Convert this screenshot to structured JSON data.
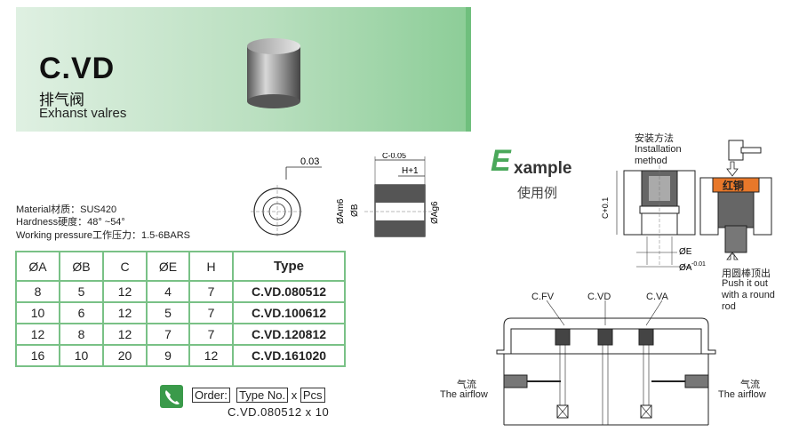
{
  "header": {
    "code": "C.VD",
    "name_cn": "排气阀",
    "name_en": "Exhanst valres"
  },
  "specs": {
    "material": "Material材质：SUS420",
    "hardness": "Hardness硬度：48° ~54°",
    "pressure": "Working pressure工作压力：1.5-6BARS"
  },
  "table": {
    "headers": [
      "ØA",
      "ØB",
      "C",
      "ØE",
      "H",
      "Type"
    ],
    "rows": [
      [
        "8",
        "5",
        "12",
        "4",
        "7",
        "C.VD.080512"
      ],
      [
        "10",
        "6",
        "12",
        "5",
        "7",
        "C.VD.100612"
      ],
      [
        "12",
        "8",
        "12",
        "7",
        "7",
        "C.VD.120812"
      ],
      [
        "16",
        "10",
        "20",
        "9",
        "12",
        "C.VD.161020"
      ]
    ]
  },
  "order": {
    "label": "Order:",
    "type_no": "Type No.",
    "x": "x",
    "pcs": "Pcs",
    "example": "C.VD.080512 x 10"
  },
  "drawing": {
    "flatness": "0.03",
    "c_tol": "C-0.05",
    "h1": "H+1",
    "am6": "ØAm6",
    "b": "ØB",
    "ag6": "ØAg6"
  },
  "example": {
    "e": "E",
    "rest": "xample",
    "cn": "使用例",
    "install_cn": "安装方法",
    "install_en1": "Installation",
    "install_en2": "method",
    "c01": "C+0.1",
    "e_dim": "ØE",
    "a_dim": "ØA",
    "a_tol": "-0.01",
    "copper": "红铜",
    "push_cn": "用圆棒顶出",
    "push_en1": "Push it out",
    "push_en2": "with a round",
    "push_en3": "rod",
    "cfv": "C.FV",
    "cvd": "C.VD",
    "cva": "C.VA",
    "air_cn": "气流",
    "air_en": "The airflow"
  },
  "colors": {
    "accent": "#4aa85a",
    "table_border": "#79c186",
    "copper": "#e8782a"
  }
}
